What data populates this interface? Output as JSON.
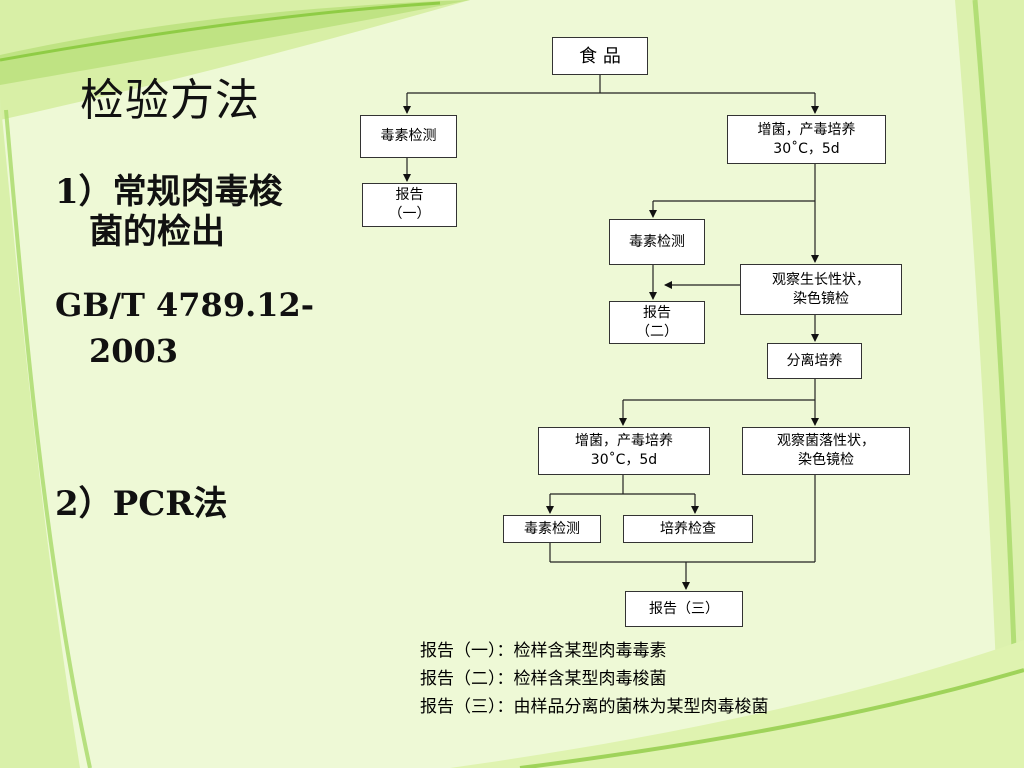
{
  "slide": {
    "title": "检验方法",
    "item1_line1": "1）常规肉毒梭",
    "item1_line2": "菌的检出",
    "item2_line1": "GB/T 4789.12-",
    "item2_line2": "2003",
    "item3": "2）PCR法"
  },
  "flowchart": {
    "food": "食 品",
    "toxin_test_1": "毒素检测",
    "report_1": "报告\n（一）",
    "enrich_1": "增菌，产毒培养\n30˚C，5d",
    "toxin_test_2": "毒素检测",
    "observe_growth": "观察生长性状，\n染色镜检",
    "report_2": "报告\n（二）",
    "isolate": "分离培养",
    "enrich_2": "增菌，产毒培养\n30˚C，5d",
    "observe_colony": "观察菌落性状，\n染色镜检",
    "toxin_test_3": "毒素检测",
    "culture_check": "培养检查",
    "report_3": "报告（三）"
  },
  "notes": [
    "报告（一）：检样含某型肉毒毒素",
    "报告（二）：检样含某型肉毒梭菌",
    "报告（三）：由样品分离的菌株为某型肉毒梭菌"
  ],
  "colors": {
    "background": "#eef9d6",
    "swoosh_light": "#dff3b0",
    "swoosh_dark": "#9fd35a"
  }
}
